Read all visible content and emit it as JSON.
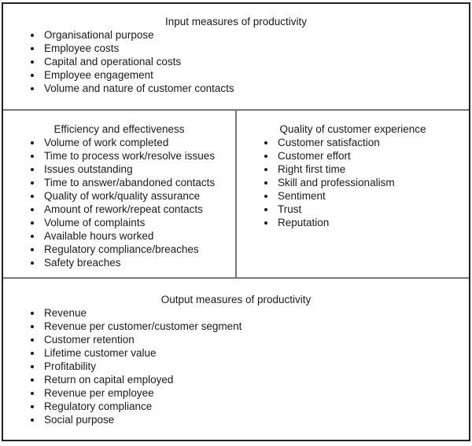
{
  "sections": {
    "input": {
      "title": "Input measures of productivity",
      "items": [
        "Organisational purpose",
        "Employee costs",
        "Capital and operational costs",
        "Employee engagement",
        "Volume and nature of customer contacts"
      ]
    },
    "efficiency": {
      "title": "Efficiency and effectiveness",
      "items": [
        "Volume of work completed",
        "Time to process work/resolve issues",
        "Issues outstanding",
        "Time to answer/abandoned contacts",
        "Quality of work/quality assurance",
        "Amount of rework/repeat contacts",
        "Volume of complaints",
        "Available hours worked",
        "Regulatory compliance/breaches",
        "Safety breaches"
      ]
    },
    "quality": {
      "title": "Quality of customer experience",
      "items": [
        "Customer satisfaction",
        "Customer effort",
        "Right first time",
        "Skill and professionalism",
        "Sentiment",
        "Trust",
        "Reputation"
      ]
    },
    "output": {
      "title": "Output measures of productivity",
      "items": [
        "Revenue",
        "Revenue per customer/customer segment",
        "Customer retention",
        "Lifetime customer value",
        "Profitability",
        "Return on capital employed",
        "Revenue per employee",
        "Regulatory compliance",
        "Social purpose"
      ]
    }
  },
  "colors": {
    "outer_border": "#222222",
    "inner_border": "#787878",
    "text": "#1a1a1a",
    "background": "#ffffff"
  }
}
